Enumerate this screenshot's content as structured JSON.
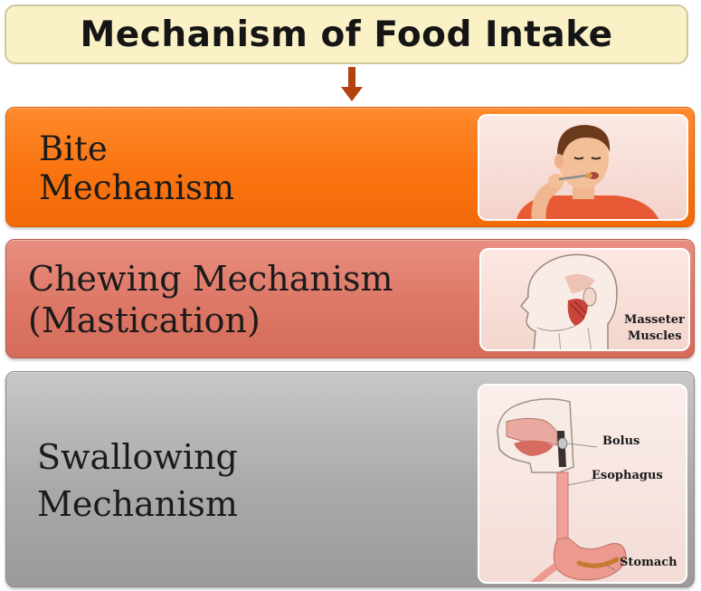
{
  "title": "Mechanism of Food Intake",
  "panels": {
    "bite": {
      "line1": "Bite",
      "line2": "Mechanism"
    },
    "chewing": {
      "line1": "Chewing Mechanism",
      "line2": "(Mastication)",
      "label_masseter_1": "Masseter",
      "label_masseter_2": "Muscles"
    },
    "swallowing": {
      "line1": "Swallowing",
      "line2": "Mechanism",
      "label_bolus": "Bolus",
      "label_esophagus": "Esophagus",
      "label_stomach": "Stomach"
    }
  },
  "colors": {
    "title_bg": "#fbf1c6",
    "arrow": "#b3420e",
    "bite_panel": "#f97410",
    "chewing_panel": "#dd7766",
    "swallowing_panel": "#a9a9a9"
  }
}
